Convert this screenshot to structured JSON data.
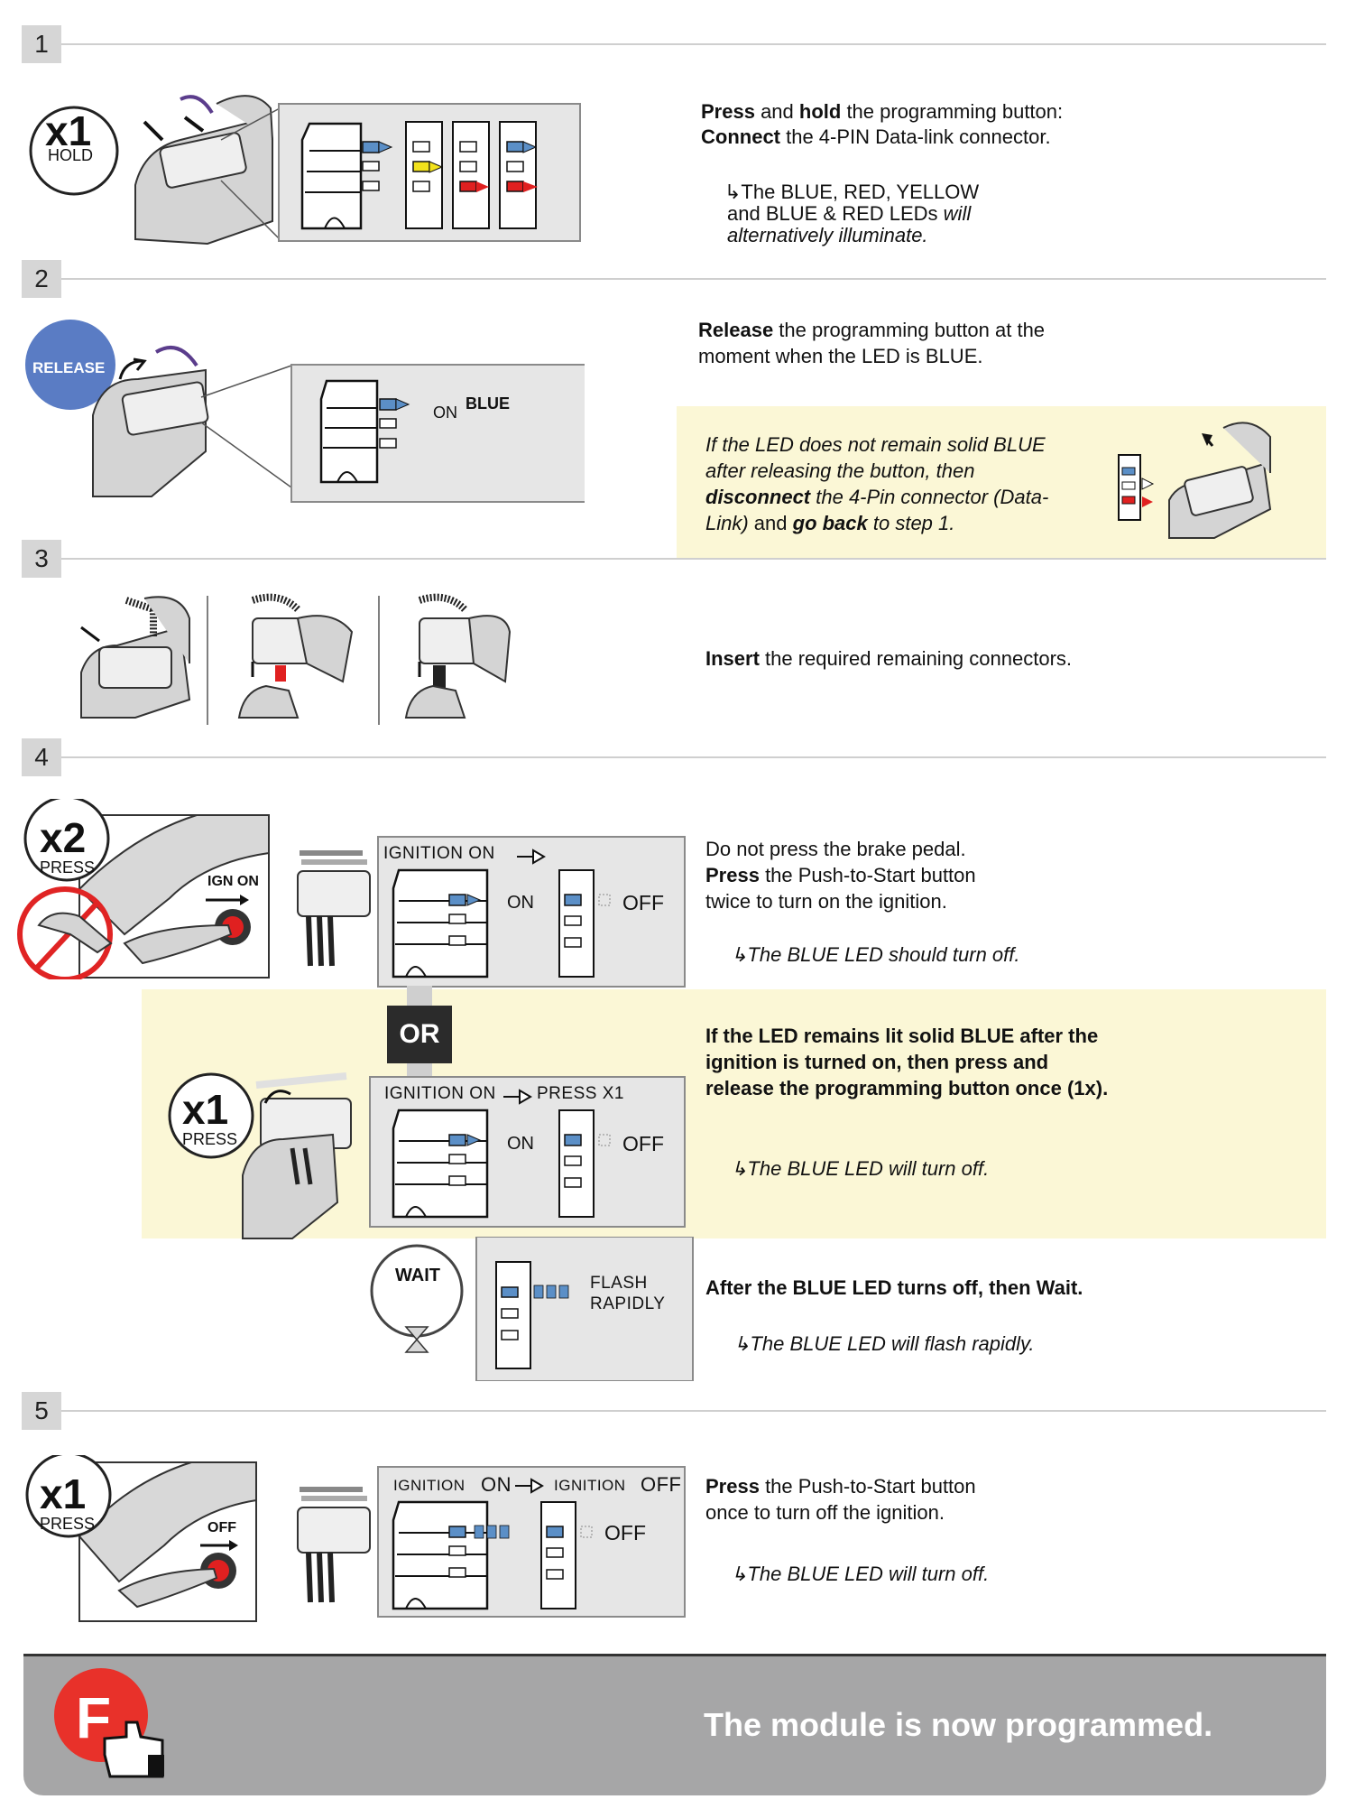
{
  "steps": [
    {
      "num": "1"
    },
    {
      "num": "2"
    },
    {
      "num": "3"
    },
    {
      "num": "4"
    },
    {
      "num": "5"
    }
  ],
  "step1": {
    "badge_count": "x1",
    "badge_action": "HOLD",
    "line1_b1": "Press",
    "line1_t1": " and ",
    "line1_b2": "hold",
    "line1_t2": " the programming button:",
    "line2_b": "Connect",
    "line2_t": " the 4-PIN Data-link connector.",
    "note1": "↳The BLUE, RED, YELLOW",
    "note2_t": "and BLUE & RED LEDs ",
    "note2_i": "will",
    "note3": "alternatively illuminate."
  },
  "step2": {
    "badge_action": "RELEASE",
    "led_on": "ON",
    "led_color": "BLUE",
    "line1_b": "Release",
    "line1_t": " the programming button at the",
    "line2": "moment when the LED is BLUE.",
    "tip1": "If the LED does not remain solid BLUE",
    "tip2": "after releasing the button, then",
    "tip3_b": "disconnect",
    "tip3_t": " the 4-Pin connector (Data-",
    "tip4_t1": "Link) ",
    "tip4_t2": "and",
    "tip4_b": " go back",
    "tip4_t3": " to step 1."
  },
  "step3": {
    "line_b": "Insert",
    "line_t": " the required remaining connectors."
  },
  "step4": {
    "badge_count": "x2",
    "badge_action": "PRESS",
    "ign_label": "IGN ON",
    "panel_title": "IGNITION ON",
    "led_on": "ON",
    "led_off": "OFF",
    "line1": "Do not press the brake pedal.",
    "line2_b": "Press",
    "line2_t": " the Push-to-Start button",
    "line3": "twice to turn on the ignition.",
    "note": "↳The BLUE LED should turn off.",
    "or_label": "OR",
    "alt_badge_count": "x1",
    "alt_badge_action": "PRESS",
    "alt_panel_title": "IGNITION ON",
    "alt_panel_press": "PRESS X1",
    "alt_led_on": "ON",
    "alt_led_off": "OFF",
    "alt1": "If the LED remains lit solid BLUE after the",
    "alt2": "ignition is turned on, then press and",
    "alt3": "release the programming  button once (1x).",
    "alt_note": "↳The BLUE LED will turn off.",
    "wait_label": "WAIT",
    "flash1": "FLASH",
    "flash2": "RAPIDLY",
    "wait_line": "After the BLUE LED turns off, then Wait.",
    "wait_note": "↳The BLUE LED will flash rapidly."
  },
  "step5": {
    "badge_count": "x1",
    "badge_action": "PRESS",
    "off_label": "OFF",
    "panel_ign1": "IGNITION",
    "panel_on": "ON",
    "panel_ign2": "IGNITION",
    "panel_off": "OFF",
    "led_off": "OFF",
    "line1_b": "Press",
    "line1_t": " the Push-to-Start button",
    "line2": "once to turn off the ignition.",
    "note": "↳The BLUE LED will turn off."
  },
  "finale": {
    "logo_letter": "F",
    "message": "The module is now programmed."
  },
  "colors": {
    "blue_led": "#5b8fc7",
    "red_led": "#e02020",
    "yellow_led": "#f2e21c",
    "release_badge": "#5a7cc4",
    "no_sign": "#e02424",
    "logo_red": "#e8312a",
    "tip_bg": "#fbf7d6"
  }
}
